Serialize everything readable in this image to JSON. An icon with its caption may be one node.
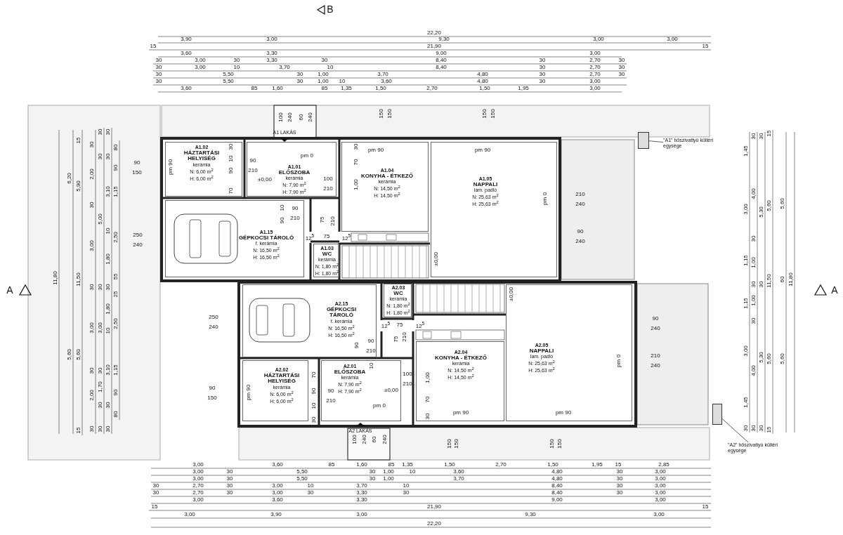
{
  "diagram": {
    "nodes": [
      {
        "text": [
          "A1.02",
          "HÁZTARTÁSI HELYISÉG",
          "kerámia",
          "N: 6,00 m$^{2}$",
          "H: 6,00 m$^{2}$"
        ]
      },
      {
        "text": [
          "A1.01",
          "ELŐSZOBA",
          "kerámia",
          "N: 7,90 m$^{2}$",
          "H: 7,90 m$^{2}$"
        ]
      },
      {
        "text": [
          "A1.04",
          "KONYHA - ÉTKEZŐ",
          "kerámia",
          "N: 14,50 m$^{2}$",
          "H: 14,50 m$^{2}$"
        ]
      },
      {
        "text": [
          "A1.05",
          "NAPPALI",
          "lam. padló",
          "N: 25,63 m$^{2}$",
          "H: 25,63 m$^{2}$"
        ]
      },
      {
        "text": [
          "A1.15",
          "GÉPKOCSI TÁROLÓ",
          "f. kerámia",
          "N: 16,50 m$^{2}$",
          "H: 16,50 m$^{2}$"
        ]
      },
      {
        "text": [
          "A1.03",
          "WC",
          "kerámia",
          "N: 1,80 m$^{2}$",
          "H: 1,80 m$^{2}$"
        ]
      },
      {
        "text": [
          "A2.15",
          "GÉPKOCSI TÁROLÓ",
          "f. kerámia",
          "N: 16,50 m$^{2}$",
          "H: 16,50 m$^{2}$"
        ]
      },
      {
        "text": [
          "A2.03",
          "WC",
          "kerámia",
          "N: 1,80 m$^{2}$",
          "H: 1,80 m$^{2}$"
        ]
      },
      {
        "text": [
          "A2.04",
          "KONYHA - ÉTKEZŐ",
          "kerámia",
          "N: 14,50 m$^{2}$",
          "H: 14,50 m$^{2}$"
        ]
      },
      {
        "text": [
          "A2.05",
          "NAPPALI",
          "lam. padló",
          "N: 25,63 m$^{2}$",
          "H: 25,63 m$^{2}$"
        ]
      },
      {
        "text": [
          "A2.02",
          "HÁZTARTÁSI HELYISÉG",
          "kerámia",
          "N: 6,00 m$^{2}$",
          "H: 6,00 m$^{2}$"
        ]
      },
      {
        "text": [
          "A2.01",
          "ELŐSZOBA",
          "kerámia",
          "N: 7,90 m$^{2}$",
          "H: 7,90 m$^{2}$"
        ]
      },
      {
        "text": [],
        "shape": "box"
      },
      {
        "text": [
          "\"A1\" hőszivattyú kültéri egysége"
        ]
      },
      {
        "text": [],
        "shape": "box"
      },
      {
        "text": [
          "\"A2\" hőszivattyú kültéri egysége"
        ]
      }
    ],
    "edges": [
      {
        "from": 13,
        "to": 12,
        "arrow": "none"
      },
      {
        "from": 15,
        "to": 14,
        "arrow": "none"
      }
    ],
    "labels": [
      "22,20",
      "3,90",
      "3,00",
      "9,30",
      "3,00",
      "3,00",
      "15",
      "21,90",
      "15",
      "3,60",
      "3,30",
      "9,00",
      "3,00",
      "30",
      "3,00",
      "30",
      "3,30",
      "30",
      "8,40",
      "30",
      "2,70",
      "30",
      "30",
      "3,00",
      "10",
      "3,70",
      "10",
      "8,40",
      "30",
      "2,70",
      "30",
      "30",
      "5,50",
      "30",
      "1,00",
      "3,70",
      "4,80",
      "30",
      "2,70",
      "30",
      "30",
      "5,50",
      "30",
      "1,00",
      "10",
      "3,60",
      "4,80",
      "30",
      "3,00",
      "3,60",
      "85",
      "1,60",
      "85",
      "1,35",
      "1,50",
      "2,70",
      "1,50",
      "1,95",
      "3,00",
      "B",
      "11,80",
      "6,20",
      "5,60",
      "15",
      "5,90",
      "11,50",
      "5,60",
      "15",
      "30",
      "2,00",
      "30",
      "3,00",
      "30",
      "3,00",
      "30",
      "2,00",
      "30",
      "30",
      "30",
      "5,00",
      "30",
      "3,00",
      "30",
      "1,70",
      "30",
      "30",
      "30",
      "30",
      "3,10",
      "10",
      "1,80",
      "30",
      "1,80",
      "10",
      "3,10",
      "30",
      "30",
      "80",
      "90",
      "1,15",
      "2,50",
      "55",
      "25",
      "2,50",
      "1,15",
      "90",
      "80",
      "A",
      "1,45",
      "3,00",
      "1,15",
      "1,15",
      "3,00",
      "1,45",
      "30",
      "30",
      "4,00",
      "30",
      "1,00",
      "30",
      "1,00",
      "30",
      "4,00",
      "30",
      "30",
      "5,30",
      "30",
      "5,30",
      "30",
      "15",
      "5,60",
      "11,50",
      "5,60",
      "15",
      "5,60",
      "60",
      "5,60",
      "11,80",
      "A",
      "90",
      "150",
      "250",
      "240",
      "100",
      "240",
      "60",
      "240",
      "A1 LAKÁS",
      "150",
      "150",
      "150",
      "150",
      "30",
      "pm 90",
      "10",
      "90",
      "70",
      "pm 0",
      "90",
      "210",
      "±0,00",
      "30",
      "pm 90",
      "pm 90",
      "70",
      "100",
      "210",
      "1,00",
      "10",
      "90",
      "210",
      "90",
      "75",
      "210",
      "12$^{5}$",
      "75",
      "12$^{5}$",
      "pm 0",
      "210",
      "240",
      "90",
      "240",
      "±0,00",
      "250",
      "240",
      "90",
      "150",
      "pm 90",
      "70",
      "90",
      "10",
      "30",
      "90",
      "210",
      "90",
      "10",
      "90",
      "210",
      "12$^{5}$",
      "75",
      "12$^{5}$",
      "75",
      "210",
      "100",
      "210",
      "±0,00",
      "pm 0",
      "1,00",
      "70",
      "30",
      "pm 90",
      "pm 90",
      "pm 0",
      "±0,00",
      "90",
      "240",
      "210",
      "240",
      "A2 LAKÁS",
      "100",
      "240",
      "60",
      "240",
      "150",
      "150",
      "150",
      "150",
      "3,00",
      "3,60",
      "85",
      "1,60",
      "85",
      "1,35",
      "1,50",
      "2,70",
      "1,50",
      "1,95",
      "15",
      "2,85",
      "3,00",
      "30",
      "5,50",
      "30",
      "1,00",
      "10",
      "3,60",
      "4,80",
      "30",
      "3,00",
      "3,00",
      "30",
      "5,50",
      "30",
      "1,00",
      "3,70",
      "4,80",
      "30",
      "3,00",
      "30",
      "2,70",
      "30",
      "3,00",
      "10",
      "3,70",
      "10",
      "8,40",
      "30",
      "3,00",
      "30",
      "2,70",
      "30",
      "3,00",
      "30",
      "3,30",
      "30",
      "8,40",
      "30",
      "3,00",
      "3,00",
      "3,60",
      "3,30",
      "9,00",
      "3,00",
      "15",
      "21,90",
      "15",
      "3,00",
      "3,90",
      "3,00",
      "9,30",
      "3,00",
      "22,20"
    ]
  }
}
